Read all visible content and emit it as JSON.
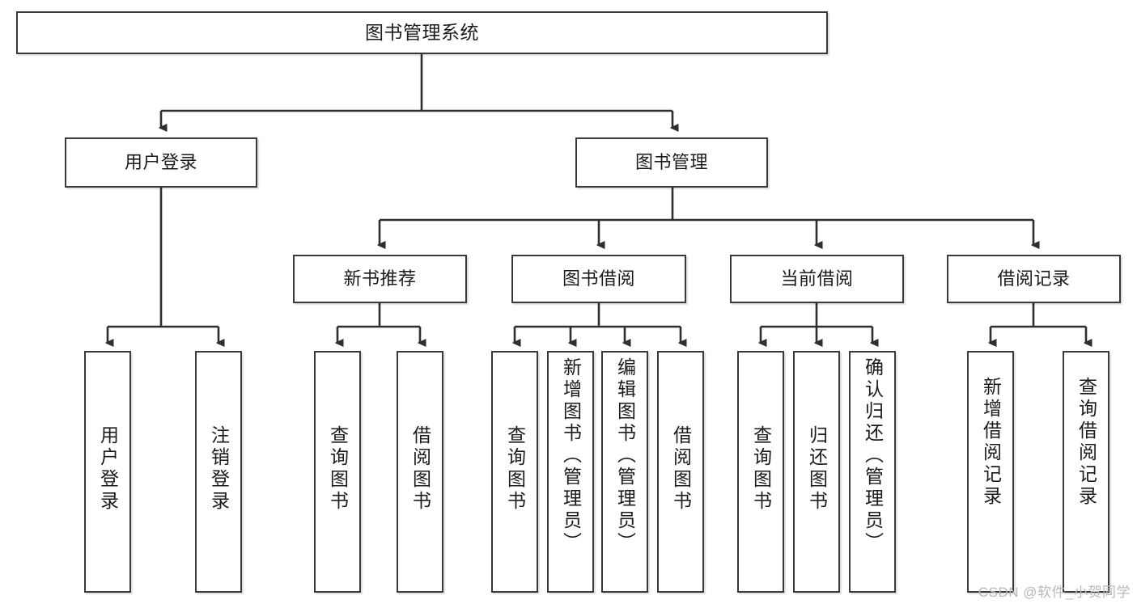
{
  "diagram": {
    "type": "tree-hierarchy-diagram",
    "title": "图书管理系统",
    "watermark": "CSDN @软件_小贺同学",
    "colors": {
      "box_border": "#3a3a3a",
      "box_fill": "#ffffff",
      "connector": "#2e2e2e",
      "text": "#1b1b1b",
      "watermark": "#b9b9b9"
    },
    "nodes": {
      "root": {
        "label": "图书管理系统",
        "level": 1,
        "orientation": "horizontal"
      },
      "user_login": {
        "label": "用户登录",
        "level": 2,
        "orientation": "horizontal"
      },
      "book_manage": {
        "label": "图书管理",
        "level": 2,
        "orientation": "horizontal"
      },
      "new_book_rec": {
        "label": "新书推荐",
        "level": 3,
        "orientation": "horizontal"
      },
      "book_borrow": {
        "label": "图书借阅",
        "level": 3,
        "orientation": "horizontal"
      },
      "current_borrow": {
        "label": "当前借阅",
        "level": 3,
        "orientation": "horizontal"
      },
      "borrow_record": {
        "label": "借阅记录",
        "level": 3,
        "orientation": "horizontal"
      },
      "leaf_user_login": {
        "label": "用户登录",
        "level": 4,
        "orientation": "vertical"
      },
      "leaf_logout": {
        "label": "注销登录",
        "level": 4,
        "orientation": "vertical"
      },
      "leaf_query_book_1": {
        "label": "查询图书",
        "level": 4,
        "orientation": "vertical"
      },
      "leaf_borrow_book_1": {
        "label": "借阅图书",
        "level": 4,
        "orientation": "vertical"
      },
      "leaf_query_book_2": {
        "label": "查询图书",
        "level": 4,
        "orientation": "vertical"
      },
      "leaf_add_book": {
        "label": "新增图书（管理员）",
        "level": 4,
        "orientation": "vertical"
      },
      "leaf_edit_book": {
        "label": "编辑图书（管理员）",
        "level": 4,
        "orientation": "vertical"
      },
      "leaf_borrow_book_2": {
        "label": "借阅图书",
        "level": 4,
        "orientation": "vertical"
      },
      "leaf_query_book_3": {
        "label": "查询图书",
        "level": 4,
        "orientation": "vertical"
      },
      "leaf_return_book": {
        "label": "归还图书",
        "level": 4,
        "orientation": "vertical"
      },
      "leaf_confirm_return": {
        "label": "确认归还（管理员）",
        "level": 4,
        "orientation": "vertical"
      },
      "leaf_add_record": {
        "label": "新增借阅记录",
        "level": 4,
        "orientation": "vertical"
      },
      "leaf_query_record": {
        "label": "查询借阅记录",
        "level": 4,
        "orientation": "vertical"
      }
    },
    "edges": [
      {
        "from": "root",
        "to": "user_login"
      },
      {
        "from": "root",
        "to": "book_manage"
      },
      {
        "from": "book_manage",
        "to": "new_book_rec"
      },
      {
        "from": "book_manage",
        "to": "book_borrow"
      },
      {
        "from": "book_manage",
        "to": "current_borrow"
      },
      {
        "from": "book_manage",
        "to": "borrow_record"
      },
      {
        "from": "user_login",
        "to": "leaf_user_login"
      },
      {
        "from": "user_login",
        "to": "leaf_logout"
      },
      {
        "from": "new_book_rec",
        "to": "leaf_query_book_1"
      },
      {
        "from": "new_book_rec",
        "to": "leaf_borrow_book_1"
      },
      {
        "from": "book_borrow",
        "to": "leaf_query_book_2"
      },
      {
        "from": "book_borrow",
        "to": "leaf_add_book"
      },
      {
        "from": "book_borrow",
        "to": "leaf_edit_book"
      },
      {
        "from": "book_borrow",
        "to": "leaf_borrow_book_2"
      },
      {
        "from": "current_borrow",
        "to": "leaf_query_book_3"
      },
      {
        "from": "current_borrow",
        "to": "leaf_return_book"
      },
      {
        "from": "current_borrow",
        "to": "leaf_confirm_return"
      },
      {
        "from": "borrow_record",
        "to": "leaf_add_record"
      },
      {
        "from": "borrow_record",
        "to": "leaf_query_record"
      }
    ]
  }
}
